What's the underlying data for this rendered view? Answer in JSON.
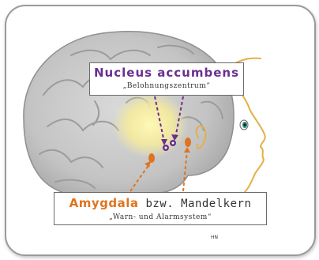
{
  "nucleus_accumbens": {
    "title": "Nucleus accumbens",
    "subtitle": "„Belohnungszentrum“"
  },
  "amygdala": {
    "title": "Amygdala",
    "title_rest": " bzw. Mandelkern",
    "subtitle": "„Warn- und Alarmsystem“"
  },
  "initials": "HN",
  "colors": {
    "nucleus_accumbens": "#6a2f90",
    "amygdala": "#e0741e",
    "profile_outline": "#e3b04a",
    "brain": "#b8b8b8"
  }
}
